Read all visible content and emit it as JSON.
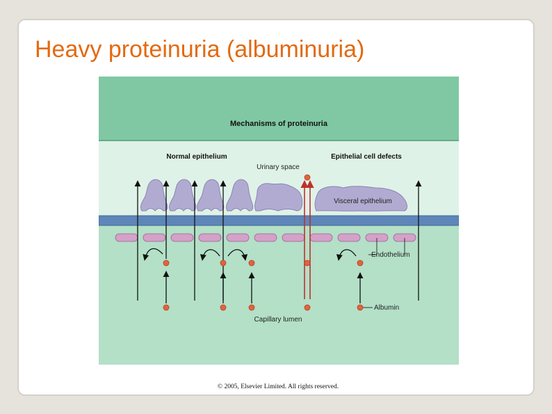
{
  "slide": {
    "title": "Heavy proteinuria (albuminuria)"
  },
  "diagram": {
    "heading": "Mechanisms of proteinuria",
    "left_label": "Normal epithelium",
    "right_label": "Epithelial cell defects",
    "urinary_space": "Urinary space",
    "visceral_epithelium": "Visceral epithelium",
    "endothelium": "Endothelium",
    "albumin": "Albumin",
    "capillary_lumen": "Capillary lumen",
    "copyright": "© 2005, Elsevier Limited. All rights reserved."
  },
  "colors": {
    "title": "#e36a12",
    "header_band": "#7fc8a3",
    "urinary_region": "#dff2e7",
    "capillary_region": "#b3e0c7",
    "basement_membrane": "#5e86b8",
    "podocyte": "#b1abd2",
    "endothelial_cell": "#d3a1c9",
    "albumin_dot": "#e2623f",
    "leak_arrow": "#c0302a"
  }
}
